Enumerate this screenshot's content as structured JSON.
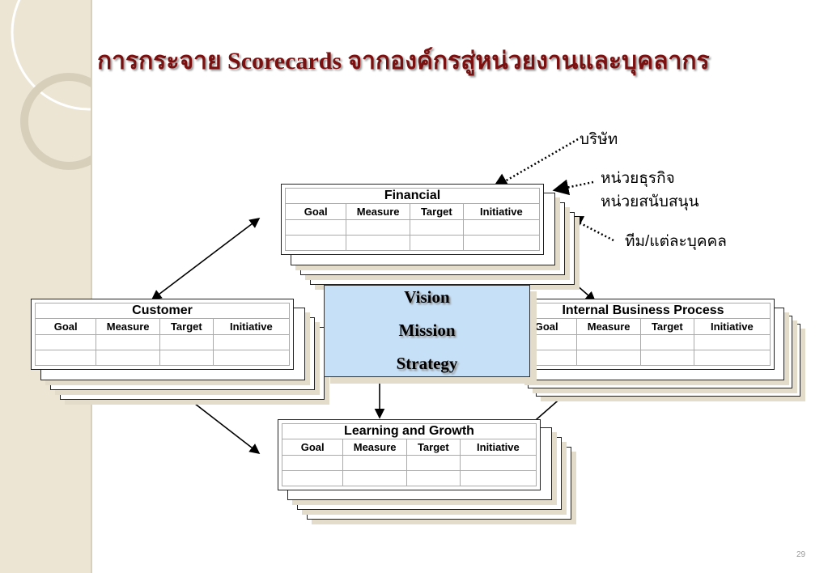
{
  "title": "การกระจาย Scorecards จากองค์กรสู่หน่วยงานและบุคลากร",
  "columns": [
    "Goal",
    "Measure",
    "Target",
    "Initiative"
  ],
  "cards": {
    "financial": "Financial",
    "customer": "Customer",
    "internal": "Internal Business Process",
    "learning": "Learning and Growth"
  },
  "center": {
    "vision": "Vision",
    "mission": "Mission",
    "strategy": "Strategy"
  },
  "levels": {
    "company": "บริษัท",
    "business_unit": "หน่วยธุรกิจ",
    "support_unit": "หน่วยสนับสนุน",
    "team": "ทีม/แต่ละบุคคล"
  },
  "page_number": "29"
}
